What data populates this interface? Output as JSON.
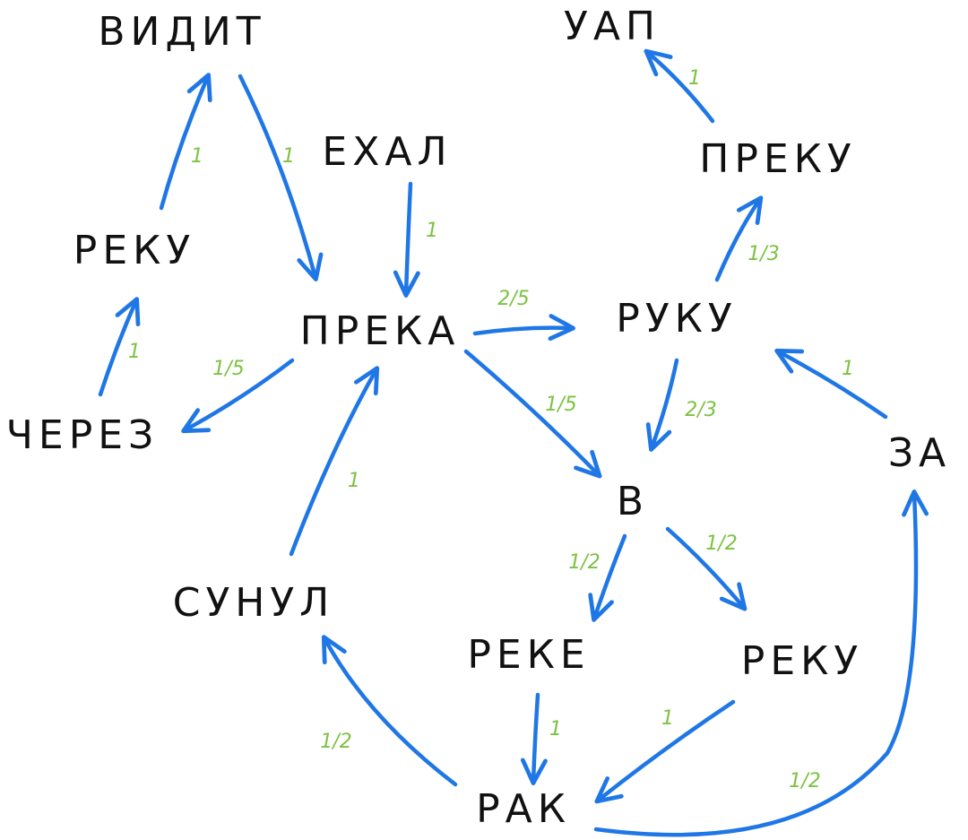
{
  "colors": {
    "edge": "#1f77e6",
    "weight": "#7dc242",
    "text": "#111111"
  },
  "nodes": {
    "vidit": "ВИДИТ",
    "uap": "УАП",
    "ekhal": "ЕХАЛ",
    "preku": "ПРЕКУ",
    "reku_left": "РЕКУ",
    "preka": "ПРЕКА",
    "ruku": "РУКУ",
    "cherez": "ЧЕРЕЗ",
    "za": "ЗА",
    "v": "В",
    "sunul": "СУНУЛ",
    "reke": "РЕКЕ",
    "reku_right": "РЕКУ",
    "rak": "РАК"
  },
  "edges": {
    "reku_left_to_vidit": "1",
    "vidit_to_preka": "1",
    "ekhal_to_preka": "1",
    "preku_to_uap": "1",
    "ruku_to_preku": "1/3",
    "cherez_to_reku_left": "1",
    "preka_to_cherez": "1/5",
    "preka_to_ruku": "2/5",
    "preka_to_v": "1/5",
    "ruku_to_v": "2/3",
    "za_to_ruku": "1",
    "sunul_to_preka": "1",
    "v_to_reke": "1/2",
    "v_to_reku_right": "1/2",
    "reke_to_rak": "1",
    "reku_right_to_rak": "1",
    "rak_to_sunul": "1/2",
    "rak_to_za": "1/2"
  }
}
